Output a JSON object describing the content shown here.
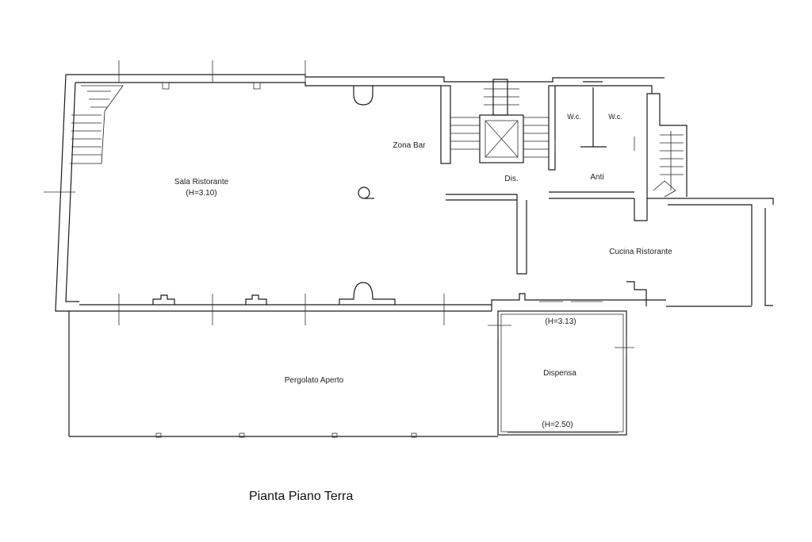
{
  "title": "Pianta Piano Terra",
  "rooms": {
    "sala_ristorante": {
      "name": "Sala Ristorante",
      "height": "(H=3.10)"
    },
    "zona_bar": {
      "name": "Zona Bar"
    },
    "dis": {
      "name": "Dis."
    },
    "wc_1": {
      "name": "W.c."
    },
    "wc_2": {
      "name": "W.c."
    },
    "anti": {
      "name": "Anti"
    },
    "cucina": {
      "name": "Cucina Ristorante"
    },
    "pergolato": {
      "name": "Pergolato Aperto"
    },
    "dispensa": {
      "name": "Dispensa",
      "height_top": "(H=3.13)",
      "height_bottom": "(H=2.50)"
    }
  }
}
